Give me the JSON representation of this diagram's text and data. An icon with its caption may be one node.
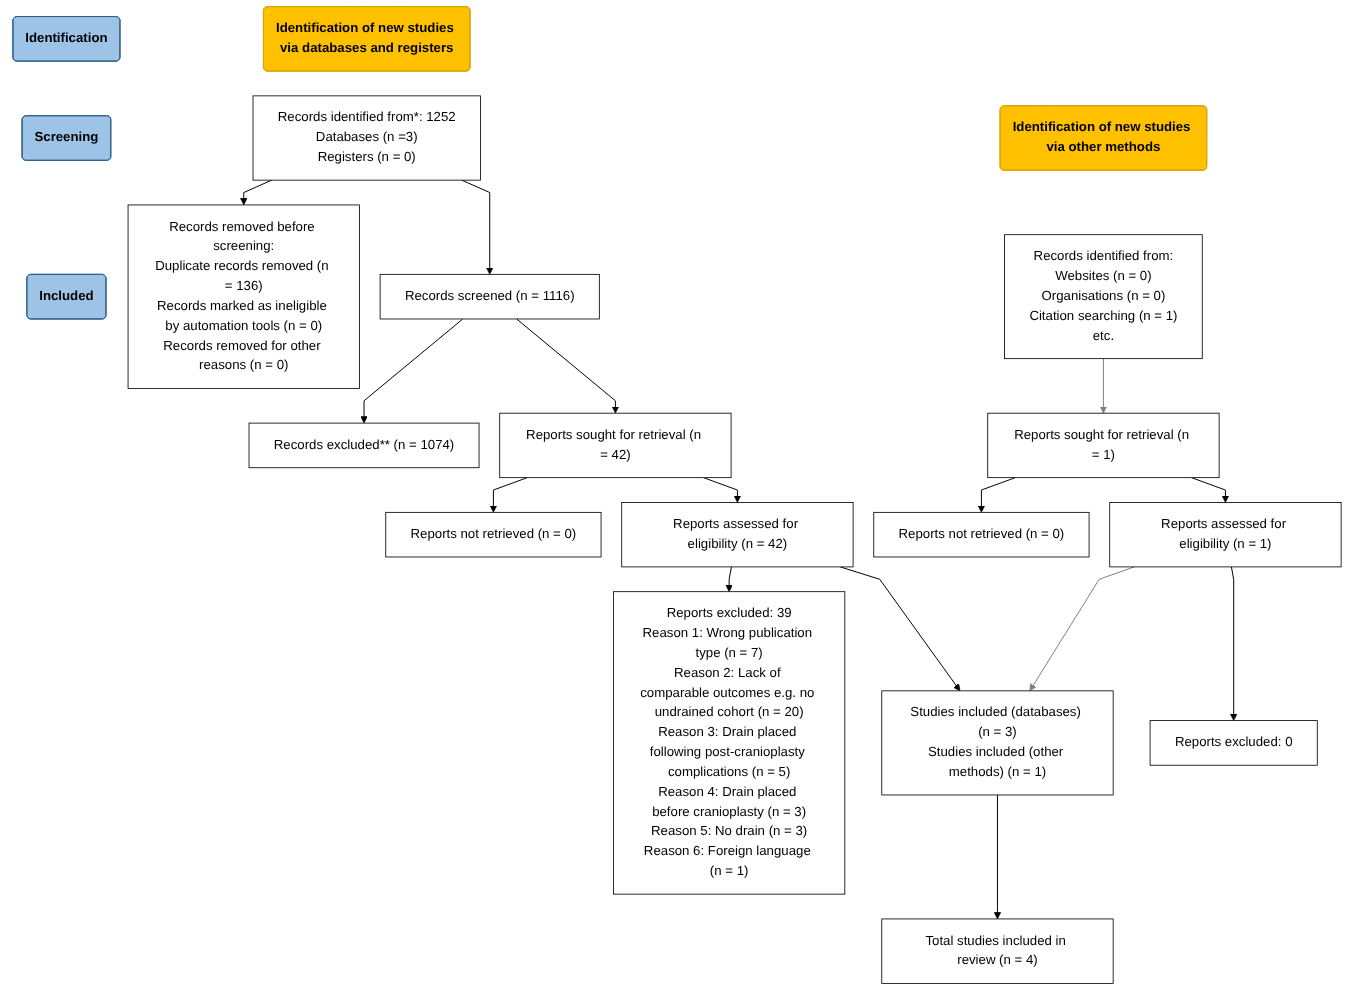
{
  "diagram": {
    "nodes": [
      {
        "text": [
          "Identification of new studies via databases and registers"
        ]
      },
      {
        "text": [
          "Identification of new studies via other methods"
        ]
      },
      {
        "text": [
          "Identification"
        ]
      },
      {
        "text": [
          "Screening"
        ]
      },
      {
        "text": [
          "Included"
        ]
      },
      {
        "text": [
          "Records identified from*: 1252",
          "Databases (n =3)",
          "Registers (n = 0)"
        ]
      },
      {
        "text": [
          "Records removed before screening:",
          "Duplicate records removed (n = 136)",
          "Records marked as ineligible by automation tools (n = 0)",
          "Records removed for other reasons (n = 0)"
        ]
      },
      {
        "text": [
          "Records identified from:",
          "Websites (n = 0)",
          "Organisations (n = 0)",
          "Citation searching (n = 1)",
          "etc."
        ]
      },
      {
        "text": [
          "Records screened (n = 1116)"
        ]
      },
      {
        "text": [
          "Records excluded** (n = 1074)"
        ]
      },
      {
        "text": [
          "Reports sought for retrieval (n = 42)"
        ]
      },
      {
        "text": [
          "Reports not retrieved (n = 0)"
        ]
      },
      {
        "text": [
          "Reports sought for retrieval (n = 1)"
        ]
      },
      {
        "text": [
          "Reports not retrieved (n = 0)"
        ]
      },
      {
        "text": [
          "Reports assessed for eligibility (n = 42)"
        ]
      },
      {
        "text": [
          "Reports excluded: 39",
          "Reason 1: Wrong publication type (n = 7)",
          "Reason 2: Lack of comparable outcomes e.g. no undrained cohort (n = 20)",
          "Reason 3: Drain placed following post-cranioplasty complications (n = 5)",
          "Reason 4: Drain placed before cranioplasty (n = 3)",
          "Reason 5: No drain (n = 3)",
          "Reason 6: Foreign language (n = 1)"
        ]
      },
      {
        "text": [
          "Reports assessed for eligibility (n = 1)"
        ]
      },
      {
        "text": [
          "Reports excluded: 0"
        ]
      },
      {
        "text": [
          "Studies included (databases) (n = 3)",
          "Studies included (other methods) (n = 1)"
        ]
      },
      {
        "text": [
          "Total studies included in review (n = 4)"
        ]
      }
    ],
    "edges": [
      {
        "from": 5,
        "to": 6,
        "arrow": "to"
      },
      {
        "from": 5,
        "to": 8,
        "arrow": "to"
      },
      {
        "from": 8,
        "to": 9,
        "arrow": "to"
      },
      {
        "from": 8,
        "to": 10,
        "arrow": "to"
      },
      {
        "from": 10,
        "to": 11,
        "arrow": "to"
      },
      {
        "from": 10,
        "to": 14,
        "arrow": "to"
      },
      {
        "from": 14,
        "to": 15,
        "arrow": "to"
      },
      {
        "from": 14,
        "to": 18,
        "arrow": "to"
      },
      {
        "from": 7,
        "to": 12,
        "arrow": "to",
        "color": "#808080"
      },
      {
        "from": 12,
        "to": 13,
        "arrow": "to"
      },
      {
        "from": 12,
        "to": 16,
        "arrow": "to"
      },
      {
        "from": 16,
        "to": 17,
        "arrow": "to"
      },
      {
        "from": 16,
        "to": 18,
        "arrow": "to",
        "color": "#808080"
      },
      {
        "from": 18,
        "to": 19,
        "arrow": "to"
      }
    ]
  }
}
